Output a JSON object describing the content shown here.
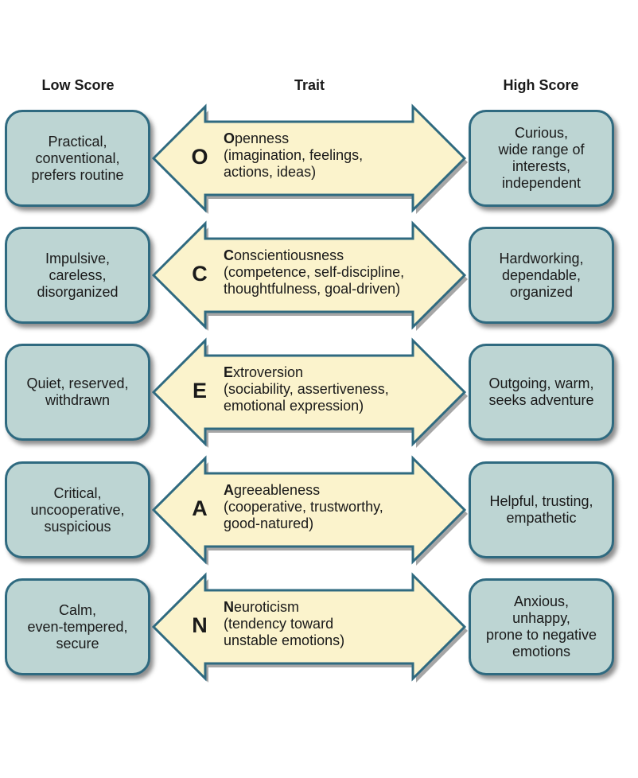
{
  "headers": {
    "low": "Low Score",
    "trait": "Trait",
    "high": "High Score"
  },
  "colors": {
    "score_fill": "#bdd5d3",
    "score_border": "#2f6a80",
    "arrow_fill": "#fbf3cc",
    "arrow_border": "#2f6a80"
  },
  "traits": [
    {
      "letter": "O",
      "name_initial": "O",
      "name_rest": "penness",
      "line2": "(imagination, feelings,",
      "line3": "actions, ideas)",
      "low": "Practical,\nconventional,\nprefers routine",
      "high": "Curious,\nwide range of\ninterests,\nindependent"
    },
    {
      "letter": "C",
      "name_initial": "C",
      "name_rest": "onscientiousness",
      "line2": "(competence, self-discipline,",
      "line3": "thoughtfulness, goal-driven)",
      "low": "Impulsive,\ncareless,\ndisorganized",
      "high": "Hardworking,\ndependable,\norganized"
    },
    {
      "letter": "E",
      "name_initial": "E",
      "name_rest": "xtroversion",
      "line2": "(sociability, assertiveness,",
      "line3": "emotional expression)",
      "low": "Quiet, reserved,\nwithdrawn",
      "high": "Outgoing, warm,\nseeks adventure"
    },
    {
      "letter": "A",
      "name_initial": "A",
      "name_rest": "greeableness",
      "line2": "(cooperative, trustworthy,",
      "line3": "good-natured)",
      "low": "Critical,\nuncooperative,\nsuspicious",
      "high": "Helpful, trusting,\nempathetic"
    },
    {
      "letter": "N",
      "name_initial": "N",
      "name_rest": "euroticism",
      "line2": "(tendency toward",
      "line3": "unstable emotions)",
      "low": "Calm,\neven-tempered,\nsecure",
      "high": "Anxious,\nunhappy,\nprone to negative\nemotions"
    }
  ]
}
